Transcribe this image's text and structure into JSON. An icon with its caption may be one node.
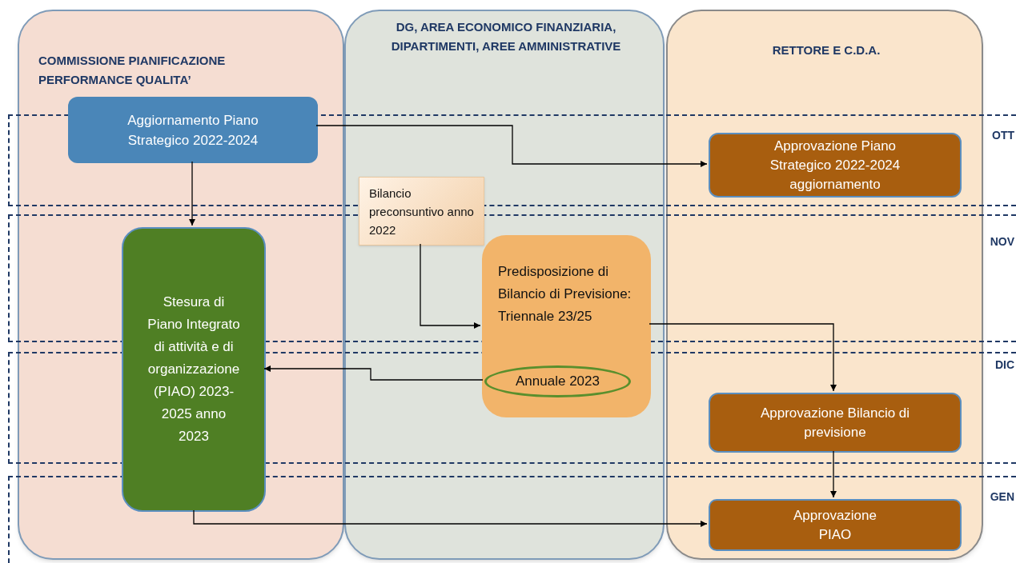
{
  "diagram": {
    "nodes": [
      {
        "text": [
          "COMMISSIONE PIANIFICAZIONE PERFORMANCE QUALITA’"
        ]
      },
      {
        "text": [
          "DG, AREA ECONOMICO FINANZIARIA, DIPARTIMENTI, AREE AMMINISTRATIVE"
        ]
      },
      {
        "text": [
          "RETTORE E C.D.A."
        ]
      },
      {
        "text": [
          "Aggiornamento Piano Strategico 2022-2024"
        ],
        "in": 0
      },
      {
        "text": [
          "Stesura di Piano Integrato di attività e di organizzazione (PIAO) 2023-2025 anno 2023"
        ],
        "in": 0
      },
      {
        "text": [
          "Bilancio preconsuntivo anno 2022"
        ],
        "in": 1
      },
      {
        "text": [
          "Predisposizione di Bilancio di Previsione: Triennale 23/25"
        ],
        "in": 1
      },
      {
        "text": [
          "Annuale 2023"
        ],
        "in": 6
      },
      {
        "text": [
          "Approvazione Piano Strategico 2022-2024 aggiornamento"
        ],
        "in": 2
      },
      {
        "text": [
          "Approvazione Bilancio di previsione"
        ],
        "in": 2
      },
      {
        "text": [
          "Approvazione PIAO"
        ],
        "in": 2
      }
    ],
    "edges": [
      {
        "from": 3,
        "to": 8,
        "arrow": "to"
      },
      {
        "from": 3,
        "to": 4,
        "arrow": "to"
      },
      {
        "from": 5,
        "to": 6,
        "arrow": "to"
      },
      {
        "from": 7,
        "to": 4,
        "arrow": "to"
      },
      {
        "from": 6,
        "to": 9,
        "arrow": "to"
      },
      {
        "from": 9,
        "to": 10,
        "arrow": "to"
      },
      {
        "from": 4,
        "to": 10,
        "arrow": "to"
      }
    ],
    "labels": [
      "OTT",
      "NOV",
      "DIC",
      "GEN"
    ]
  }
}
